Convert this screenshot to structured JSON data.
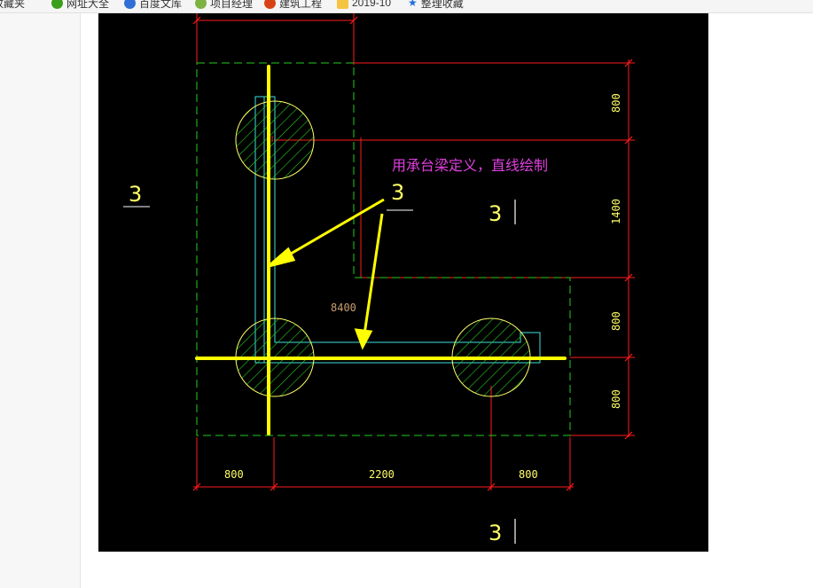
{
  "bookmarks": [
    {
      "label": "收藏夹",
      "icon": "folder-icon",
      "color": "#333333"
    },
    {
      "label": "网址大全",
      "icon": "globe-icon",
      "color": "#3a9d1b"
    },
    {
      "label": "百度文库",
      "icon": "paw-icon",
      "color": "#2f6fd6"
    },
    {
      "label": "项目经理",
      "icon": "leaf-icon",
      "color": "#7cb342"
    },
    {
      "label": "建筑工程",
      "icon": "gear-icon",
      "color": "#d84315"
    },
    {
      "label": "2019-10",
      "icon": "folder-icon",
      "color": "#f5c542"
    },
    {
      "label": "整理收藏",
      "icon": "star-icon",
      "color": "#1e6fe0"
    }
  ],
  "drawing": {
    "annotation": "用承台梁定义，直线绘制",
    "section_marks": [
      "3",
      "3",
      "3",
      "3"
    ],
    "dim_vertical": [
      "800",
      "1400",
      "800",
      "800"
    ],
    "dim_horizontal": [
      "800",
      "2200",
      "800"
    ],
    "dim_beam": "8400",
    "colors": {
      "background": "#000000",
      "dimension": "#ff1a1a",
      "outline": "#22cc22",
      "beam": "#40e0e0",
      "pile": "#ffff66",
      "highlight": "#ffff00",
      "annotation": "#e040e0",
      "dim_text": "#ffff66",
      "beam_text": "#c8a070"
    }
  }
}
